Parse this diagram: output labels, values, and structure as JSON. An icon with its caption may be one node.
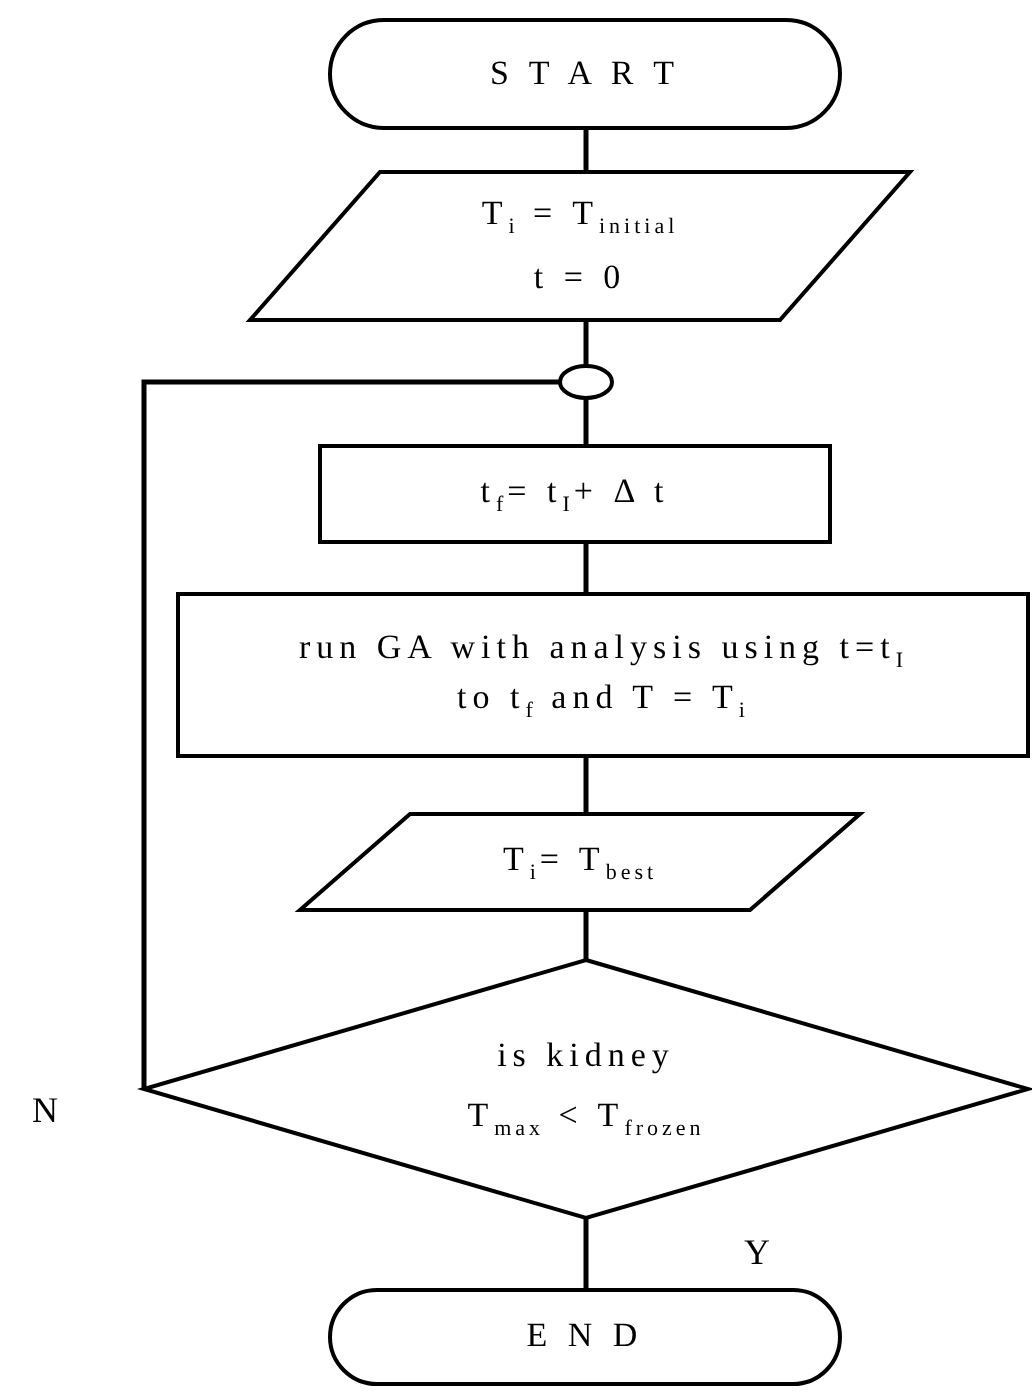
{
  "diagram": {
    "nodes": [
      {
        "text": [
          "S T A R T"
        ]
      },
      {
        "text": [
          "T$_{i}$ = T$_{initial}$",
          "t = 0"
        ]
      },
      {
        "text": [],
        "shape": "circle"
      },
      {
        "text": [
          "t$_{f}$= t$_{I}$+ Δ t"
        ]
      },
      {
        "text": [
          "run GA with analysis using t=t$_{I}$ to t$_{f}$ and T = T$_{i}$"
        ]
      },
      {
        "text": [
          "T$_{i}$= T$_{best}$"
        ]
      },
      {
        "text": [
          "is kidney",
          "T$_{max}$ < T$_{frozen}$"
        ]
      },
      {
        "text": [
          "E N D"
        ]
      }
    ],
    "edges": [
      {
        "from": 0,
        "to": 1,
        "arrow": "none"
      },
      {
        "from": 1,
        "to": 2,
        "arrow": "none"
      },
      {
        "from": 2,
        "to": 3,
        "arrow": "none"
      },
      {
        "from": 3,
        "to": 4,
        "arrow": "none"
      },
      {
        "from": 4,
        "to": 5,
        "arrow": "none"
      },
      {
        "from": 5,
        "to": 6,
        "arrow": "none"
      },
      {
        "from": 6,
        "to": 7,
        "arrow": "none",
        "label": "Y"
      },
      {
        "from": 6,
        "to": 2,
        "arrow": "none",
        "label": "N"
      }
    ]
  }
}
